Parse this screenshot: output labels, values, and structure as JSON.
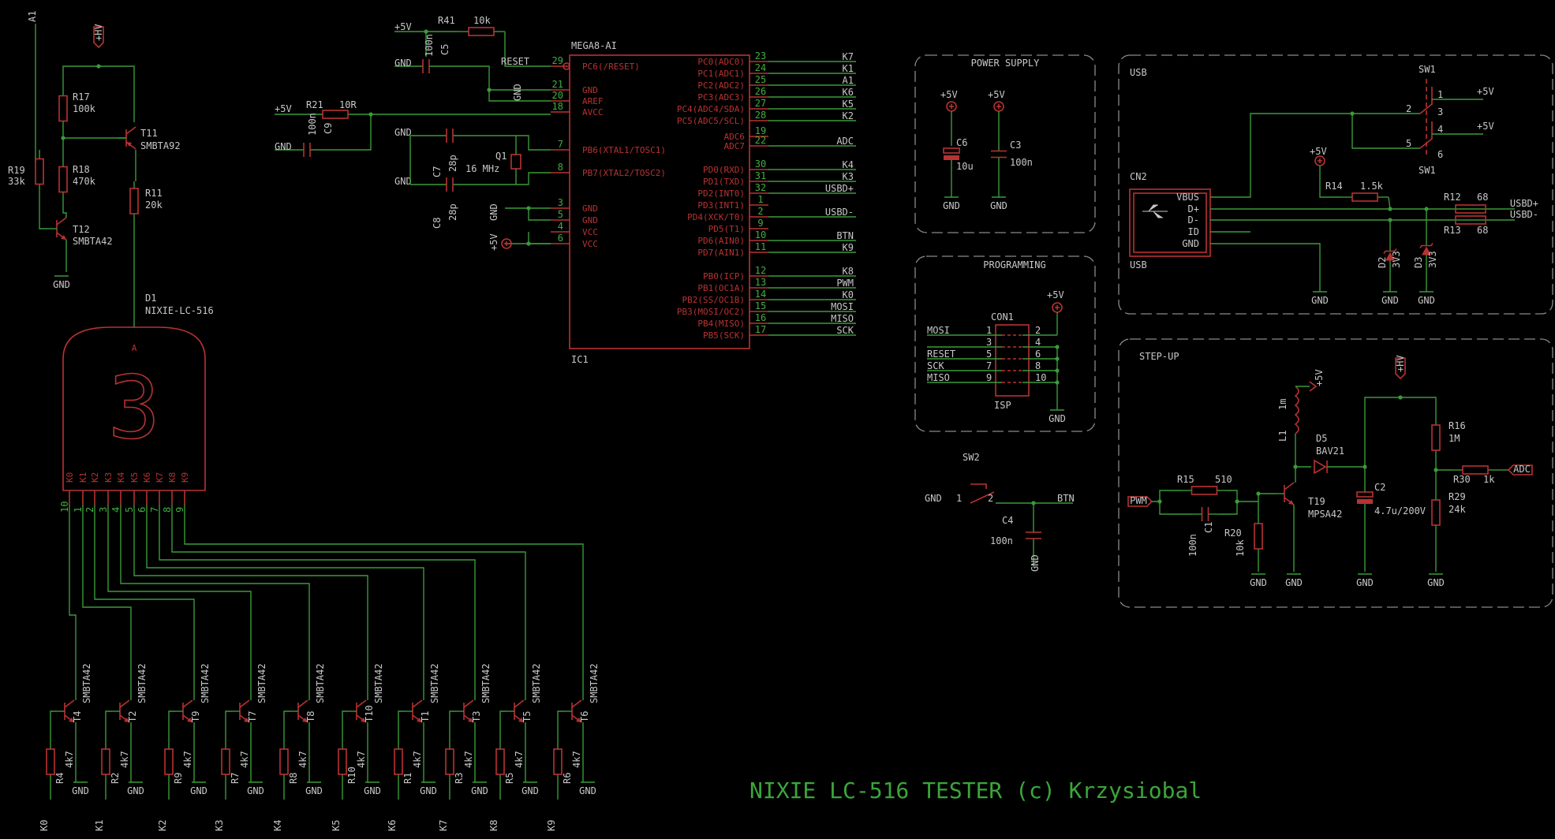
{
  "title": "NIXIE LC-516 TESTER (c) Krzysiobal",
  "colors": {
    "wire": "#3a9a3a",
    "part": "#b83232",
    "text": "#c8c8c8",
    "frame": "#8a8a8a",
    "background": "#000000"
  },
  "frames": {
    "power_supply": "POWER SUPPLY",
    "usb": "USB",
    "programming": "PROGRAMMING",
    "step_up": "STEP-UP"
  },
  "nets": {
    "gnd": "GND",
    "plus5v": "+5V",
    "hv": "+HV",
    "a1": "A1",
    "reset": "RESET",
    "usbd_plus": "USBD+",
    "usbd_minus": "USBD-",
    "adc": "ADC",
    "btn": "BTN",
    "pwm": "PWM",
    "mosi": "MOSI",
    "miso": "MISO",
    "sck": "SCK"
  },
  "ic1": {
    "part": "MEGA8-AI",
    "ref": "IC1",
    "left_pins": [
      {
        "num": "29",
        "name": "PC6(/RESET)"
      },
      {
        "num": "21",
        "name": "GND"
      },
      {
        "num": "20",
        "name": "AREF"
      },
      {
        "num": "18",
        "name": "AVCC"
      },
      {
        "num": "7",
        "name": "PB6(XTAL1/TOSC1)"
      },
      {
        "num": "8",
        "name": "PB7(XTAL2/TOSC2)"
      },
      {
        "num": "3",
        "name": "GND"
      },
      {
        "num": "5",
        "name": "GND"
      },
      {
        "num": "4",
        "name": "VCC"
      },
      {
        "num": "6",
        "name": "VCC"
      }
    ],
    "right_pins": [
      {
        "num": "23",
        "name": "PC0(ADC0)",
        "net": "K7"
      },
      {
        "num": "24",
        "name": "PC1(ADC1)",
        "net": "K1"
      },
      {
        "num": "25",
        "name": "PC2(ADC2)",
        "net": "A1"
      },
      {
        "num": "26",
        "name": "PC3(ADC3)",
        "net": "K6"
      },
      {
        "num": "27",
        "name": "PC4(ADC4/SDA)",
        "net": "K5"
      },
      {
        "num": "28",
        "name": "PC5(ADC5/SCL)",
        "net": "K2"
      },
      {
        "num": "19",
        "name": "ADC6",
        "net": ""
      },
      {
        "num": "22",
        "name": "ADC7",
        "net": "ADC"
      },
      {
        "num": "30",
        "name": "PD0(RXD)",
        "net": "K4"
      },
      {
        "num": "31",
        "name": "PD1(TXD)",
        "net": "K3"
      },
      {
        "num": "32",
        "name": "PD2(INT0)",
        "net": "USBD+"
      },
      {
        "num": "1",
        "name": "PD3(INT1)",
        "net": ""
      },
      {
        "num": "2",
        "name": "PD4(XCK/T0)",
        "net": "USBD-"
      },
      {
        "num": "9",
        "name": "PD5(T1)",
        "net": ""
      },
      {
        "num": "10",
        "name": "PD6(AIN0)",
        "net": "BTN"
      },
      {
        "num": "11",
        "name": "PD7(AIN1)",
        "net": "K9"
      },
      {
        "num": "12",
        "name": "PB0(ICP)",
        "net": "K8"
      },
      {
        "num": "13",
        "name": "PB1(OC1A)",
        "net": "PWM"
      },
      {
        "num": "14",
        "name": "PB2(SS/OC1B)",
        "net": "K0"
      },
      {
        "num": "15",
        "name": "PB3(MOSI/OC2)",
        "net": "MOSI"
      },
      {
        "num": "16",
        "name": "PB4(MISO)",
        "net": "MISO"
      },
      {
        "num": "17",
        "name": "PB5(SCK)",
        "net": "SCK"
      }
    ]
  },
  "components": {
    "r41": {
      "ref": "R41",
      "value": "10k"
    },
    "c5": {
      "ref": "C5",
      "value": "100n"
    },
    "r21": {
      "ref": "R21",
      "value": "10R"
    },
    "c9": {
      "ref": "C9",
      "value": "100n"
    },
    "c7": {
      "ref": "C7",
      "value": "28p"
    },
    "c8": {
      "ref": "C8",
      "value": "28p"
    },
    "q1": {
      "ref": "Q1",
      "value": "16 MHz"
    },
    "r17": {
      "ref": "R17",
      "value": "100k"
    },
    "r18": {
      "ref": "R18",
      "value": "470k"
    },
    "r19": {
      "ref": "R19",
      "value": "33k"
    },
    "r11": {
      "ref": "R11",
      "value": "20k"
    },
    "t11": {
      "ref": "T11",
      "value": "SMBTA92"
    },
    "t12": {
      "ref": "T12",
      "value": "SMBTA42"
    },
    "d1": {
      "ref": "D1",
      "value": "NIXIE-LC-516",
      "digit": "3",
      "anode": "A"
    },
    "c6": {
      "ref": "C6",
      "value": "10u"
    },
    "c3": {
      "ref": "C3",
      "value": "100n"
    },
    "cn2": {
      "ref": "CN2",
      "sub": "USB",
      "pins": [
        "VBUS",
        "D+",
        "D-",
        "ID",
        "GND"
      ]
    },
    "sw1": {
      "ref": "SW1",
      "pins": [
        "1",
        "2",
        "3",
        "4",
        "5",
        "6"
      ]
    },
    "r14": {
      "ref": "R14",
      "value": "1.5k"
    },
    "r12": {
      "ref": "R12",
      "value": "68"
    },
    "r13": {
      "ref": "R13",
      "value": "68"
    },
    "d2": {
      "ref": "D2",
      "value": "3V3"
    },
    "d3": {
      "ref": "D3",
      "value": "3V3"
    },
    "con1": {
      "ref": "CON1",
      "sub": "ISP",
      "left": [
        "1",
        "3",
        "5",
        "7",
        "9"
      ],
      "right": [
        "2",
        "4",
        "6",
        "8",
        "10"
      ],
      "left_nets": [
        "MOSI",
        "",
        "RESET",
        "SCK",
        "MISO"
      ]
    },
    "sw2": {
      "ref": "SW2",
      "p1": "1",
      "p2": "2"
    },
    "c4": {
      "ref": "C4",
      "value": "100n"
    },
    "l1": {
      "ref": "L1",
      "value": "1m"
    },
    "d5": {
      "ref": "D5",
      "value": "BAV21"
    },
    "r15": {
      "ref": "R15",
      "value": "510"
    },
    "c1": {
      "ref": "C1",
      "value": "100n"
    },
    "r20": {
      "ref": "R20",
      "value": "10k"
    },
    "t19": {
      "ref": "T19",
      "value": "MPSA42"
    },
    "c2": {
      "ref": "C2",
      "value": "4.7u/200V"
    },
    "r16": {
      "ref": "R16",
      "value": "1M"
    },
    "r29": {
      "ref": "R29",
      "value": "24k"
    },
    "r30": {
      "ref": "R30",
      "value": "1k"
    }
  },
  "nixie_cathodes": [
    "K0",
    "K1",
    "K2",
    "K3",
    "K4",
    "K5",
    "K6",
    "K7",
    "K8",
    "K9"
  ],
  "nixie_pin_nums": [
    "10",
    "1",
    "2",
    "3",
    "4",
    "5",
    "6",
    "7",
    "8",
    "9"
  ],
  "drivers": [
    {
      "t": "T4",
      "r": "R4",
      "k": "K0"
    },
    {
      "t": "T2",
      "r": "R2",
      "k": "K1"
    },
    {
      "t": "T9",
      "r": "R9",
      "k": "K2"
    },
    {
      "t": "T7",
      "r": "R7",
      "k": "K3"
    },
    {
      "t": "T8",
      "r": "R8",
      "k": "K4"
    },
    {
      "t": "T10",
      "r": "R10",
      "k": "K5"
    },
    {
      "t": "T1",
      "r": "R1",
      "k": "K6"
    },
    {
      "t": "T3",
      "r": "R3",
      "k": "K7"
    },
    {
      "t": "T5",
      "r": "R5",
      "k": "K8"
    },
    {
      "t": "T6",
      "r": "R6",
      "k": "K9"
    }
  ],
  "driver_common": {
    "transistor": "SMBTA42",
    "resistor": "4k7"
  }
}
